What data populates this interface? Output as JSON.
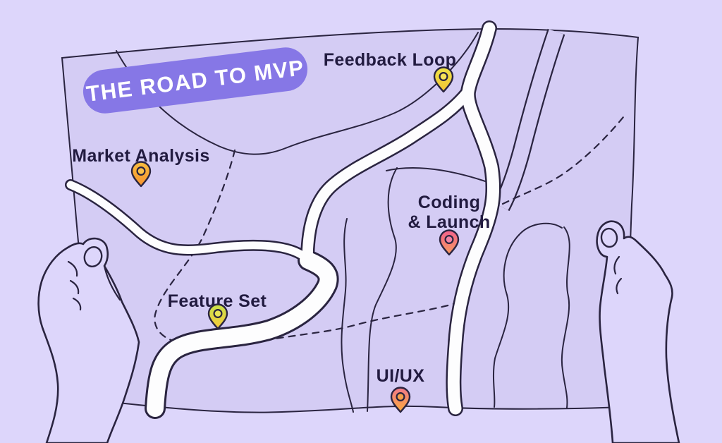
{
  "scene": {
    "background_color": "#DDD6FB",
    "map_paper_color": "#D4CCF4",
    "outline_color": "#2A2440",
    "river_color": "#FDFDFE"
  },
  "title_badge": {
    "label": "THE ROAD TO MVP",
    "pill_color": "#8677E6",
    "text_color": "#FFFFFF"
  },
  "pins": [
    {
      "id": "market-analysis",
      "label": "Market Analysis",
      "label_line2": "",
      "color_top": "#F9BE3E",
      "color_bottom": "#F69230",
      "dot_color": "#FBC24A"
    },
    {
      "id": "feedback-loop",
      "label": "Feedback Loop",
      "label_line2": "",
      "color_top": "#EFE448",
      "color_bottom": "#F2C434",
      "dot_color": "#F6E35A"
    },
    {
      "id": "coding-launch",
      "label": "Coding",
      "label_line2": "& Launch",
      "color_top": "#F3618D",
      "color_bottom": "#F69B5E",
      "dot_color": "#F584A4"
    },
    {
      "id": "feature-set",
      "label": "Feature Set",
      "label_line2": "",
      "color_top": "#C9E24B",
      "color_bottom": "#F7C93B",
      "dot_color": "#E9E455"
    },
    {
      "id": "ui-ux",
      "label": "UI/UX",
      "label_line2": "",
      "color_top": "#F2798A",
      "color_bottom": "#FAA93B",
      "dot_color": "#F8A04A"
    }
  ]
}
